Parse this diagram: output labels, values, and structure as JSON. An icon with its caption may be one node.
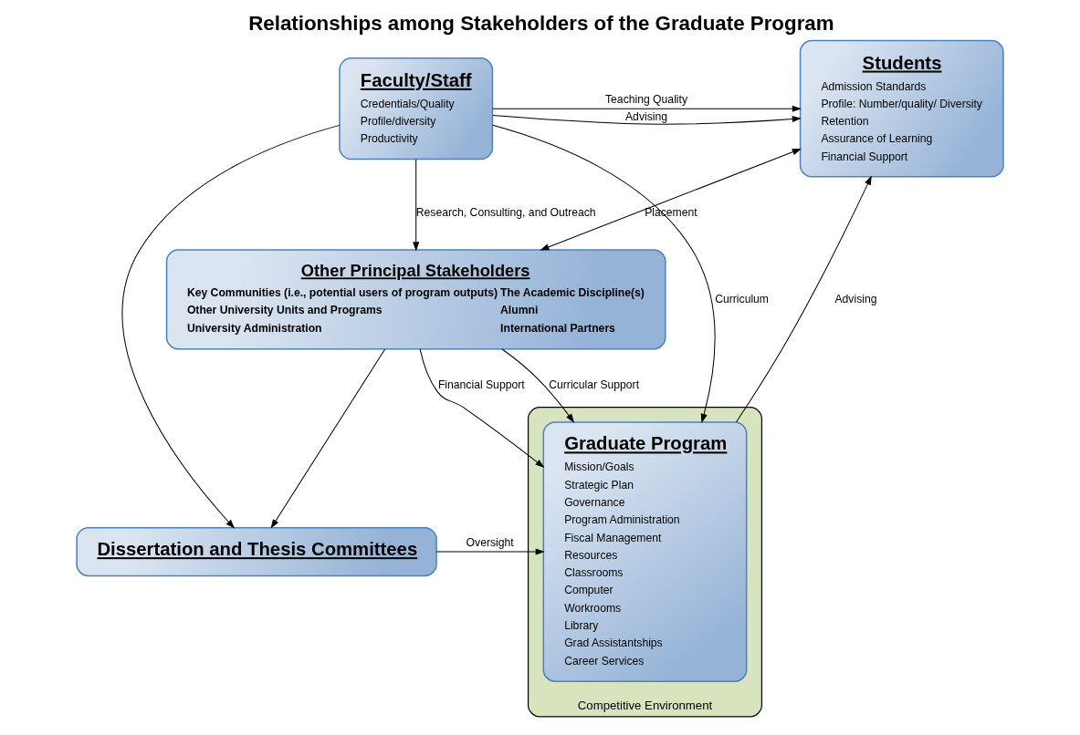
{
  "diagram": {
    "title": "Relationships among Stakeholders of the Graduate Program",
    "nodes": [
      {
        "text": [
          "Students",
          "Admission Standards",
          "Profile: Number/quality/ Diversity",
          "Retention",
          "Assurance of Learning",
          "Financial Support"
        ]
      },
      {
        "text": [
          "Faculty/Staff",
          "Credentials/Quality",
          "Profile/diversity",
          "Productivity"
        ]
      },
      {
        "text": [
          "Competitive Environment"
        ]
      },
      {
        "text": [
          "Graduate Program",
          "Mission/Goals",
          "Strategic Plan",
          "Governance",
          "Program Administration",
          "Fiscal Management",
          "Resources",
          "Classrooms",
          "Computer",
          "Workrooms",
          "Library",
          "Grad Assistantships",
          "Career Services"
        ],
        "in": 2
      },
      {
        "text": [
          "Dissertation and Thesis Committees"
        ]
      },
      {
        "text": [
          "Other Principal Stakeholders",
          "Key Communities (i.e., potential users of program outputs)",
          "Other University Units and Programs",
          "University Administration",
          "The Academic Discipline(s)",
          "Alumni",
          "International Partners"
        ]
      }
    ],
    "edges": [
      {
        "from": 1,
        "to": 0,
        "arrow": "to",
        "label": "Teaching Quality"
      },
      {
        "from": 1,
        "to": 0,
        "arrow": "to",
        "label": "Advising"
      },
      {
        "from": 3,
        "to": 0,
        "arrow": "to",
        "label": "Advising"
      },
      {
        "from": 0,
        "to": 5,
        "arrow": "both",
        "label": "Placement"
      },
      {
        "from": 1,
        "to": 3,
        "arrow": "to",
        "label": "Curriculum"
      },
      {
        "from": 1,
        "to": 5,
        "arrow": "to",
        "label": "Research, Consulting, and Outreach"
      },
      {
        "from": 1,
        "to": 4,
        "arrow": "to"
      },
      {
        "from": 4,
        "to": 3,
        "arrow": "to",
        "label": "Oversight"
      },
      {
        "from": 5,
        "to": 3,
        "arrow": "to",
        "label": "Curricular Support"
      },
      {
        "from": 5,
        "to": 3,
        "arrow": "to",
        "label": "Financial Support"
      },
      {
        "from": 5,
        "to": 4,
        "arrow": "to"
      }
    ]
  }
}
